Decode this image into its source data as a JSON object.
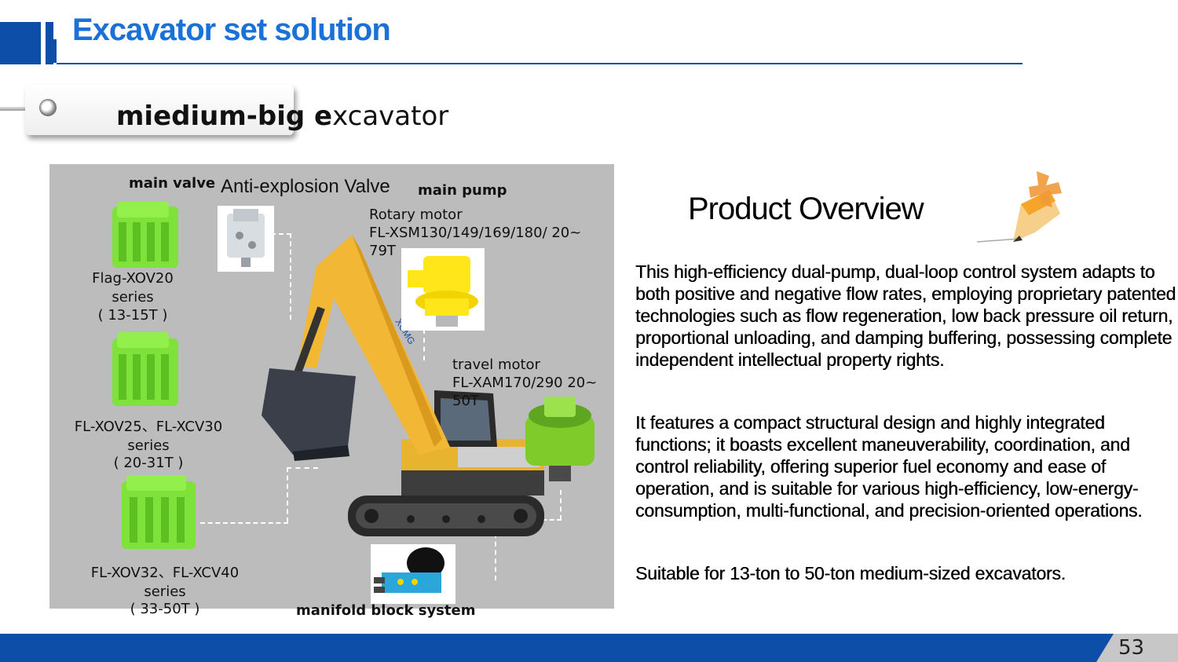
{
  "header": {
    "title": "Excavator set solution"
  },
  "tag": {
    "bold_part": "miedium-big e",
    "rest": "xcavator"
  },
  "panel": {
    "main_valve": "main valve",
    "anti_explosion": "Anti-explosion Valve",
    "main_pump": "main pump",
    "rotary_motor": [
      "Rotary motor",
      "FL-XSM130/149/169/180/ 20~",
      "79T"
    ],
    "travel_motor": [
      "travel motor",
      "FL-XAM170/290 20~",
      "50T"
    ],
    "valve_series_1": [
      "Flag-XOV20",
      "series",
      "( 13-15T )"
    ],
    "valve_series_2": [
      "FL-XOV25、FL-XCV30",
      "series",
      "( 20-31T )"
    ],
    "valve_series_3": [
      "FL-XOV32、FL-XCV40",
      "series",
      "( 33-50T )"
    ],
    "manifold": "manifold block system",
    "colors": {
      "valve_green": "#7ee23a",
      "excavator_yellow": "#f2b735",
      "panel_bg": "#bcbcbc"
    }
  },
  "overview": {
    "title": "Product Overview",
    "paragraphs": [
      "This high-efficiency dual-pump, dual-loop control system adapts to both positive and negative flow rates, employing proprietary patented technologies such as flow regeneration, low back pressure oil return, proportional unloading, and damping buffering, possessing complete independent intellectual property rights.",
      "It features a compact structural design and highly integrated functions; it boasts excellent maneuverability, coordination, and control reliability, offering superior fuel economy and ease of operation, and is suitable for various high-efficiency, low-energy-consumption, multi-functional, and precision-oriented operations.",
      "Suitable for 13-ton to 50-ton medium-sized excavators."
    ]
  },
  "footer": {
    "page_number": "53"
  },
  "colors": {
    "brand_blue": "#0d4fa8",
    "title_blue": "#1a72d8"
  }
}
